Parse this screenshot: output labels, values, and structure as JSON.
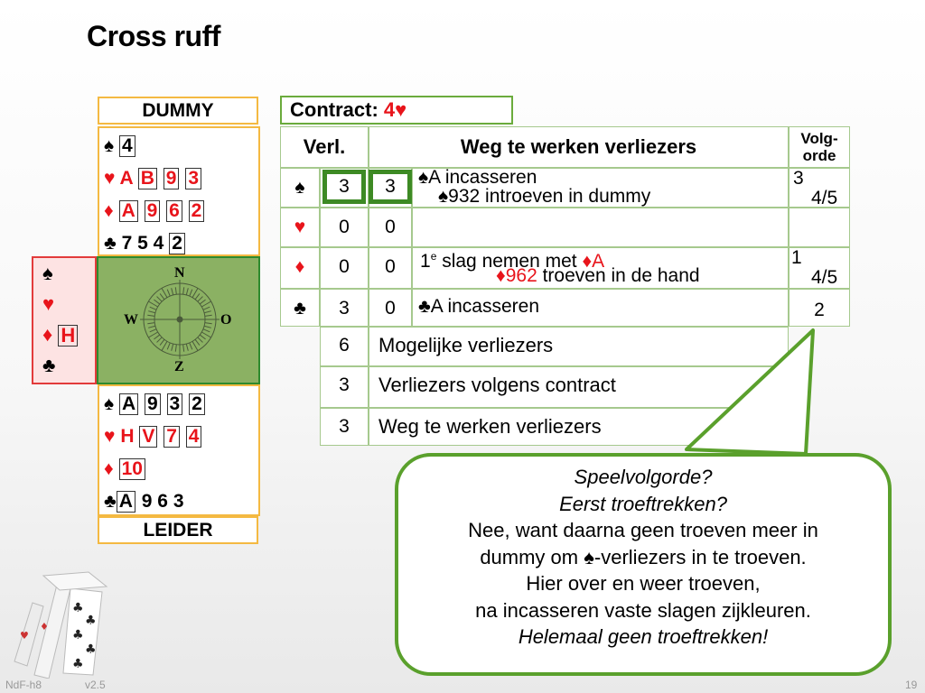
{
  "title": "Cross ruff",
  "dummy": {
    "label": "DUMMY",
    "spades": {
      "suit": "♠",
      "cards": [
        "4"
      ]
    },
    "hearts": {
      "suit": "♥",
      "cards": [
        "A",
        "B",
        "9",
        "3"
      ]
    },
    "diamonds": {
      "suit": "♦",
      "cards": [
        "A",
        "9",
        "6",
        "2"
      ]
    },
    "clubs": {
      "suit": "♣",
      "text": "7 5 4",
      "boxed": "2"
    }
  },
  "west": {
    "spades": "♠",
    "hearts": "♥",
    "diamonds": "♦",
    "diamonds_card": "H",
    "clubs": "♣"
  },
  "compass": {
    "n": "N",
    "w": "W",
    "o": "O",
    "z": "Z"
  },
  "leider": {
    "label": "LEIDER",
    "spades": {
      "suit": "♠",
      "cards": [
        "A",
        "9",
        "3",
        "2"
      ]
    },
    "hearts": {
      "suit": "♥",
      "cards": [
        "H",
        "V",
        "7",
        "4"
      ]
    },
    "diamonds": {
      "suit": "♦",
      "cards": [
        "10"
      ]
    },
    "clubs": {
      "suit": "♣",
      "boxed": "A",
      "text": "9 6 3"
    }
  },
  "contract": {
    "label": "Contract:",
    "value": "4♥"
  },
  "table": {
    "headers": {
      "verl": "Verl.",
      "weg": "Weg te werken verliezers",
      "volg1": "Volg-",
      "volg2": "orde"
    },
    "rows": [
      {
        "suit": "♠",
        "verl": "3",
        "weg": "3",
        "line1_suit": "♠",
        "line1": "A incasseren",
        "line2_suit": "♠",
        "line2": "932 introeven in dummy",
        "order1": "3",
        "order2": "4/5"
      },
      {
        "suit": "♥",
        "verl": "0",
        "weg": "0"
      },
      {
        "suit": "♦",
        "verl": "0",
        "weg": "0",
        "line1_pre": "1",
        "line1_sup": "e",
        "line1": " slag nemen met ",
        "line1_red": "♦A",
        "line2_red": "♦962",
        "line2": " troeven in de hand",
        "order1": "1",
        "order2": "4/5"
      },
      {
        "suit": "♣",
        "verl": "3",
        "weg": "0",
        "line1_suit": "♣",
        "line1": "A incasseren",
        "order1": "2"
      }
    ],
    "summary": [
      {
        "value": "6",
        "label": "Mogelijke verliezers"
      },
      {
        "value": "3",
        "label": "Verliezers volgens contract"
      },
      {
        "value": "3",
        "label": "Weg te werken verliezers"
      }
    ]
  },
  "callout": {
    "line1": "Speelvolgorde?",
    "line2": "Eerst troeftrekken?",
    "line3": "Nee, want daarna geen troeven meer in",
    "line4": "dummy om ♠-verliezers in te troeven.",
    "line5": "Hier over en weer troeven,",
    "line6": "na incasseren vaste slagen zijkleuren.",
    "line7": "Helemaal geen troeftrekken!"
  },
  "footer": {
    "left": "NdF-h8",
    "version": "v2.5",
    "page": "19"
  },
  "colors": {
    "red": "#e8141b",
    "green": "#5aa02c",
    "gold": "#f4b942"
  }
}
